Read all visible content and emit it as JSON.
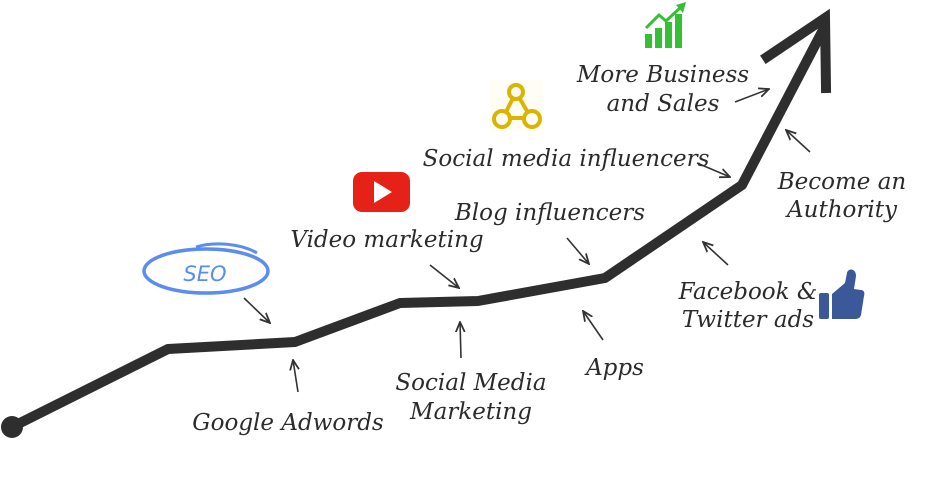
{
  "labels": {
    "google_adwords": "Google Adwords",
    "seo": "SEO",
    "video_marketing": "Video marketing",
    "social_media_marketing": [
      "Social Media",
      "Marketing"
    ],
    "blog_influencers": "Blog influencers",
    "apps": "Apps",
    "social_media_influencers": "Social media influencers",
    "facebook_twitter_ads": [
      "Facebook &",
      "Twitter ads"
    ],
    "more_business_sales": [
      "More Business",
      "and Sales"
    ],
    "become_authority": [
      "Become an",
      "Authority"
    ]
  },
  "icons": {
    "seo": "seo-oval-icon",
    "video": "youtube-icon",
    "influencers": "share-network-icon",
    "growth": "bar-chart-growth-icon",
    "like": "thumbs-up-icon"
  },
  "colors": {
    "line": "#2e2e2e",
    "seo": "#5b8def",
    "youtube": "#e62117",
    "influencer_icon": "#d9b400",
    "growth_icon": "#33c033",
    "thumbs_up": "#3b5998"
  }
}
